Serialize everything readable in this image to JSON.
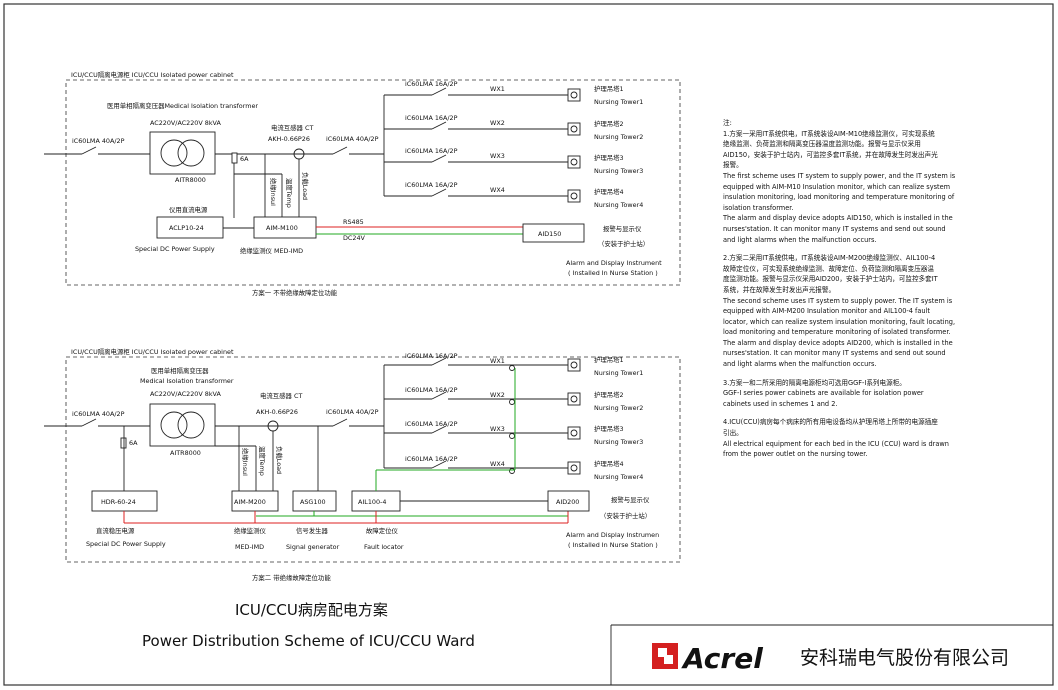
{
  "title_cn": "ICU/CCU病房配电方案",
  "title_en": "Power Distribution Scheme of ICU/CCU Ward",
  "company": {
    "brand": "Acrel",
    "name_cn": "安科瑞电气股份有限公司",
    "brand_color": "#d42020"
  },
  "colors": {
    "rs485_line": "#d22222",
    "dc_line": "#22aa22"
  },
  "scheme1": {
    "cabinet_label": "ICU/CCU隔离电源柜  ICU/CCU Isolated power cabinet",
    "transformer_note": "医用单相隔离变压器Medical Isolation transformer",
    "transformer_rating": "AC220V/AC220V 8kVA",
    "transformer_model": "AITR8000",
    "ct_label": "电流互感器 CT",
    "ct_model": "AKH-0.66P26",
    "main_breaker": "iC60LMA 40A/2P",
    "out_breaker": "iC60LMA 40A/2P",
    "fuse": "6A",
    "sensor_labels": [
      "绝缘Insul",
      "温度Temp",
      "负载Load"
    ],
    "psu_title": "仪用直流电源",
    "psu_model": "ACLP10-24",
    "psu_label": "Special DC Power Supply",
    "monitor_model": "AIM-M100",
    "monitor_label": "绝缘监测仪 MED-IMD",
    "bus_rs485": "RS485",
    "bus_dc": "DC24V",
    "alarm_model": "AID150",
    "alarm_cn": "报警与显示仪",
    "alarm_cn2": "（安装于护士站）",
    "alarm_en": "Alarm and Display Instrument",
    "alarm_en2": "( Installed In Nurse Station )",
    "caption": "方案一  不带绝缘故障定位功能",
    "feeders": [
      {
        "breaker": "iC60LMA 16A/2P",
        "wx": "WX1",
        "tower_cn": "护理吊塔1",
        "tower_en": "Nursing Tower1"
      },
      {
        "breaker": "iC60LMA 16A/2P",
        "wx": "WX2",
        "tower_cn": "护理吊塔2",
        "tower_en": "Nursing Tower2"
      },
      {
        "breaker": "iC60LMA 16A/2P",
        "wx": "WX3",
        "tower_cn": "护理吊塔3",
        "tower_en": "Nursing Tower3"
      },
      {
        "breaker": "iC60LMA 16A/2P",
        "wx": "WX4",
        "tower_cn": "护理吊塔4",
        "tower_en": "Nursing Tower4"
      }
    ]
  },
  "scheme2": {
    "cabinet_label": "ICU/CCU隔离电源柜  ICU/CCU Isolated power cabinet",
    "transformer_note": "医用单相隔离变压器",
    "transformer_note_en": "Medical Isolation transformer",
    "transformer_rating": "AC220V/AC220V 8kVA",
    "transformer_model": "AITR8000",
    "ct_label": "电流互感器 CT",
    "ct_model": "AKH-0.66P26",
    "main_breaker": "iC60LMA 40A/2P",
    "out_breaker": "iC60LMA 40A/2P",
    "fuse": "6A",
    "sensor_labels": [
      "绝缘Insul",
      "温度Temp",
      "负载Load"
    ],
    "psu_model": "HDR-60-24",
    "psu_title": "直流稳压电源",
    "psu_label": "Special DC Power Supply",
    "monitor_model": "AIM-M200",
    "monitor_cn": "绝缘监测仪",
    "monitor_en": "MED-IMD",
    "signal_model": "ASG100",
    "signal_cn": "信号发生器",
    "signal_en": "Signal generator",
    "locator_model": "AIL100-4",
    "locator_cn": "故障定位仪",
    "locator_en": "Fault locator",
    "alarm_model": "AID200",
    "alarm_cn": "报警与显示仪",
    "alarm_cn2": "（安装于护士站）",
    "alarm_en": "Alarm and Display Instrumen",
    "alarm_en2": "( Installed In Nurse Station )",
    "caption": "方案二  带绝缘故障定位功能",
    "feeders": [
      {
        "breaker": "iC60LMA 16A/2P",
        "wx": "WX1",
        "tower_cn": "护理吊塔1",
        "tower_en": "Nursing Tower1"
      },
      {
        "breaker": "iC60LMA 16A/2P",
        "wx": "WX2",
        "tower_cn": "护理吊塔2",
        "tower_en": "Nursing Tower2"
      },
      {
        "breaker": "iC60LMA 16A/2P",
        "wx": "WX3",
        "tower_cn": "护理吊塔3",
        "tower_en": "Nursing Tower3"
      },
      {
        "breaker": "iC60LMA 16A/2P",
        "wx": "WX4",
        "tower_cn": "护理吊塔4",
        "tower_en": "Nursing Tower4"
      }
    ]
  },
  "notes": {
    "heading": "注:",
    "n1": [
      "1.方案一采用IT系统供电，IT系统装设AIM-M10绝缘监测仪，可实现系统",
      "绝缘监测、负荷监测和隔离变压器温度监测功能。报警与显示仪采用",
      "AID150，安装于护士站内，可监控多套IT系统，并在故障发生时发出声光",
      "报警。",
      "The first scheme uses IT system to supply power, and the IT system is",
      "equipped with AIM-M10 Insulation monitor, which can realize system",
      "insulation monitoring, load monitoring and temperature monitoring of",
      "isolation transformer.",
      "The alarm and display device adopts AID150, which is installed in the",
      "nurses'station. It can monitor many IT systems and send out sound",
      "and light alarms when the malfunction occurs."
    ],
    "n2": [
      "2.方案二采用IT系统供电，IT系统装设AIM-M200绝缘监测仪、AIL100-4",
      "故障定位仪，可实现系统绝缘监测、故障定位、负荷监测和隔离变压器温",
      "度监测功能。报警与显示仪采用AID200，安装于护士站内，可监控多套IT",
      "系统，并在故障发生时发出声光报警。",
      "The second scheme uses IT system to supply power. The IT system is",
      "equipped with AIM-M200 Insulation monitor and AIL100-4 fault",
      "locator, which can realize system insulation monitoring, fault locating,",
      "load monitoring and temperature monitoring of isolated transformer.",
      "The alarm and display device adopts AID200, which is installed in the",
      "nurses'station. It can monitor many IT systems and send out sound",
      "and light alarms when the malfunction occurs."
    ],
    "n3": [
      "3.方案一和二所采用的隔离电源柜均可选用GGF-I系列电源柜。",
      "GGF-I series power cabinets are available for isolation power",
      "cabinets used in schemes 1 and 2."
    ],
    "n4": [
      "4.ICU(CCU)病房每个病床的所有用电设备均从护理吊塔上所带的电源插座",
      "引出。",
      "All electrical equipment for each bed in the ICU (CCU) ward is drawn",
      "from the power outlet on the nursing tower."
    ]
  }
}
